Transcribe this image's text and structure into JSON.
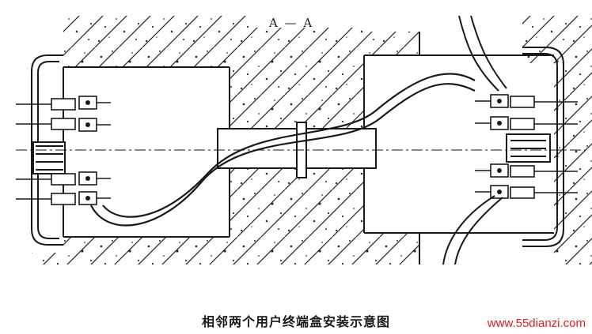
{
  "section_label": "A — A",
  "caption": "相邻两个用户终端盒安装示意图",
  "watermark": "www.55dianzi.com",
  "colors": {
    "ink": "#1a1a1a",
    "watermark": "#e02020",
    "background": "#ffffff"
  }
}
